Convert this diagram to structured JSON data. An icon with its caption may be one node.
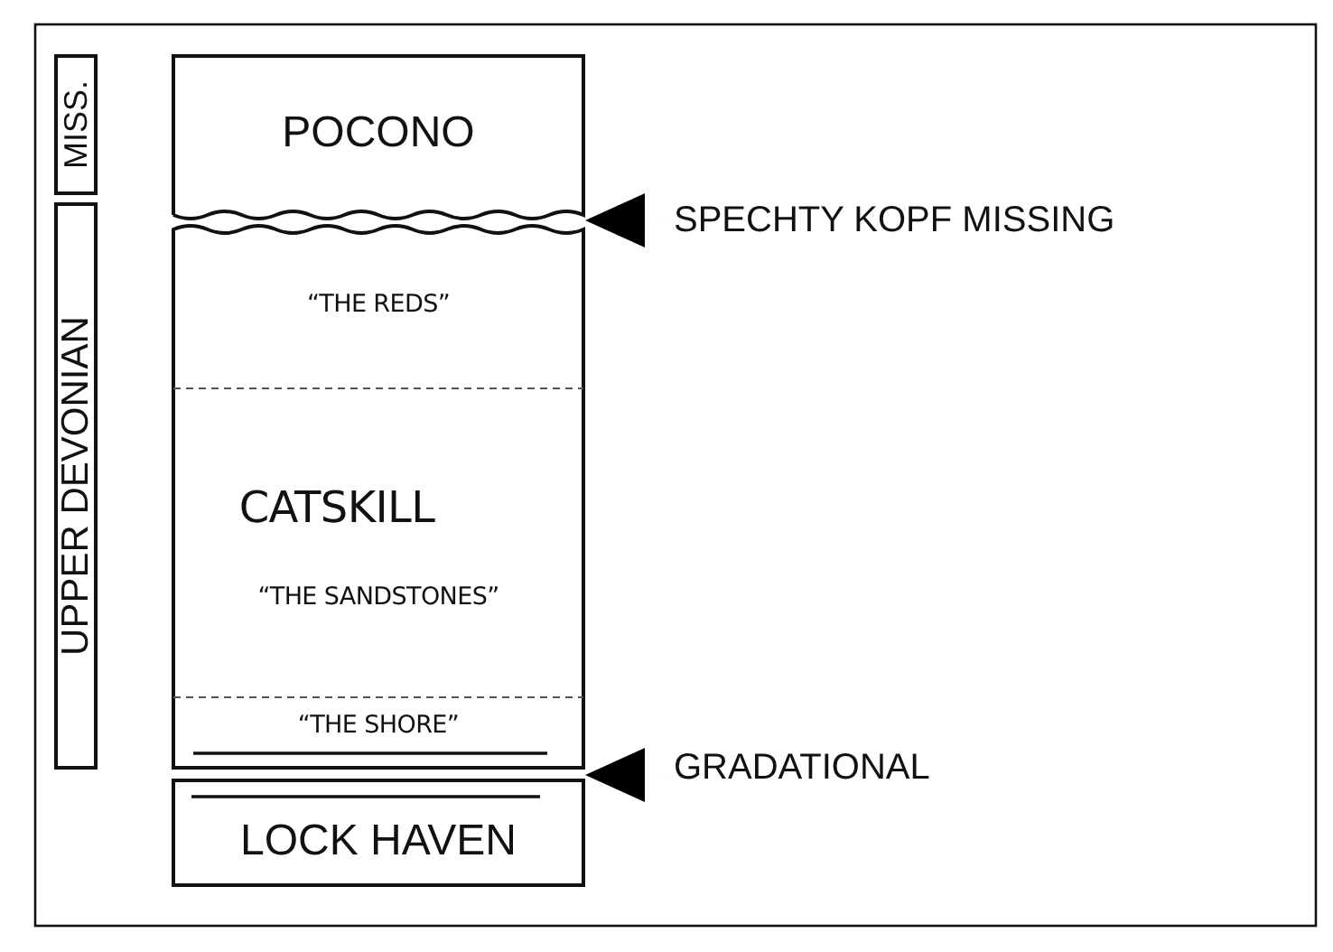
{
  "diagram": {
    "nodes": [
      {
        "text": [
          "MISS."
        ]
      },
      {
        "text": [
          "UPPER DEVONIAN"
        ]
      },
      {
        "text": [
          "POCONO"
        ]
      },
      {
        "text": [
          "“THE REDS”",
          "CATSKILL",
          "“THE SANDSTONES”",
          "“THE SHORE”"
        ]
      },
      {
        "text": [
          "LOCK HAVEN"
        ]
      },
      {
        "text": [
          "SPECHTY KOPF MISSING"
        ]
      },
      {
        "text": [
          "GRADATIONAL"
        ]
      }
    ],
    "edges": [
      {
        "from": 5,
        "to": 2,
        "arrow": "to"
      },
      {
        "from": 6,
        "to": 4,
        "arrow": "to"
      }
    ]
  }
}
